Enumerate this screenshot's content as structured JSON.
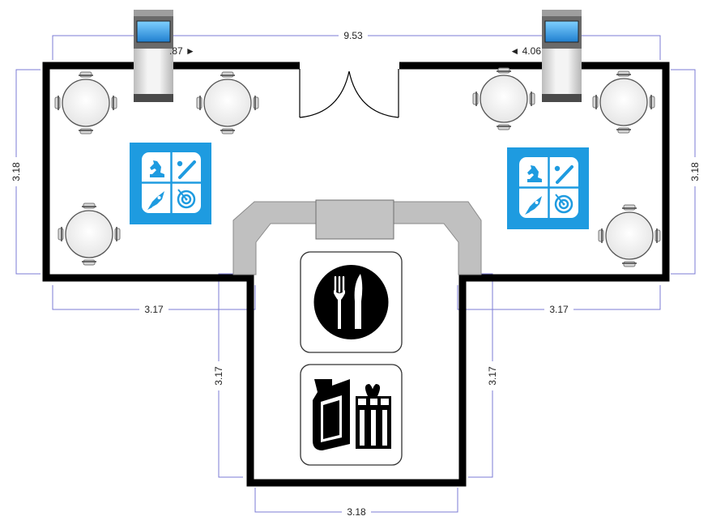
{
  "floor_plan": {
    "dimensions": {
      "top": "9.53",
      "left": "3.18",
      "right": "3.18",
      "lower_left": "3.17",
      "lower_right": "3.17",
      "stem_left": "3.17",
      "stem_right": "3.17",
      "bottom": "3.18",
      "kiosk_left_offset": ".87 ►",
      "kiosk_right_offset": "◄ 4.06"
    },
    "icons": {
      "game_left": "games-icon",
      "game_right": "games-icon",
      "restaurant": "fork-knife-icon",
      "shop": "gift-shop-icon",
      "kiosk": "kiosk-icon",
      "table": "round-table-icon"
    },
    "colors": {
      "wall": "#000000",
      "dimension": "#7b7bd6",
      "game_tile": "#1e9be0",
      "counter": "#c0c0c0"
    }
  }
}
